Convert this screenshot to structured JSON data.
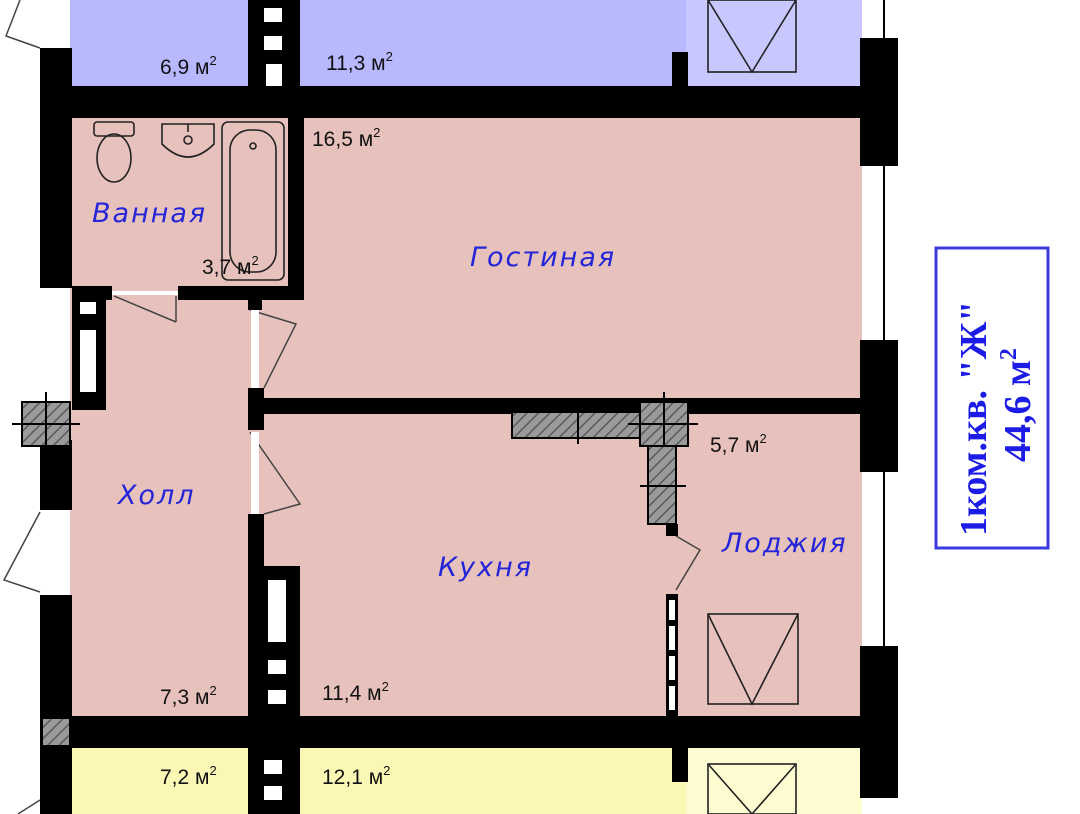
{
  "colors": {
    "blue_apartment": "#b8b8ff",
    "apartment_pink": "#e7c1bb",
    "yellow_apartment": "#fbf8b6",
    "wall": "#000000",
    "room_label": "#2424d8",
    "title_text": "#1c1ce6",
    "title_border": "#3a3ae0"
  },
  "title": {
    "main": "1ком.кв. \"Ж\"",
    "area": "44,6 м",
    "area_sup": "2"
  },
  "rooms": {
    "bathroom": {
      "name": "Ванная",
      "area": "3,7 м",
      "sup": "2"
    },
    "living": {
      "name": "Гостиная",
      "area": "16,5 м",
      "sup": "2"
    },
    "hall": {
      "name": "Холл",
      "area": "7,3 м",
      "sup": "2"
    },
    "kitchen": {
      "name": "Кухня",
      "area": "11,4 м",
      "sup": "2"
    },
    "loggia": {
      "name": "Лоджия",
      "area": "5,7 м",
      "sup": "2"
    }
  },
  "neighbors": {
    "top_left": {
      "area": "6,9 м",
      "sup": "2"
    },
    "top_right": {
      "area": "11,3 м",
      "sup": "2"
    },
    "bottom_left": {
      "area": "7,2 м",
      "sup": "2"
    },
    "bottom_right": {
      "area": "12,1 м",
      "sup": "2"
    }
  },
  "icons": [
    "toilet-icon",
    "sink-icon",
    "bathtub-icon",
    "window-icon",
    "door-icon",
    "ventilation-shaft-icon"
  ]
}
